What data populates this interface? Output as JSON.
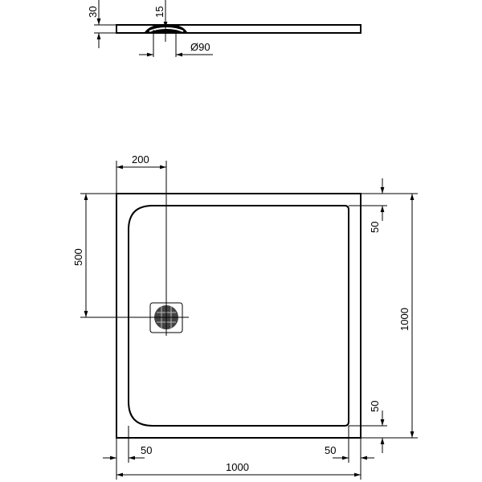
{
  "side_view": {
    "height_label": "30",
    "drain_depth_label": "15",
    "drain_diameter_label": "Ø90"
  },
  "plan_view": {
    "drain_offset_x_label": "200",
    "drain_offset_y_label": "500",
    "depth_label": "1000",
    "width_label": "1000",
    "rim_top_label": "50",
    "rim_bottom_label": "50",
    "rim_left_label": "50",
    "rim_right_label": "50"
  }
}
